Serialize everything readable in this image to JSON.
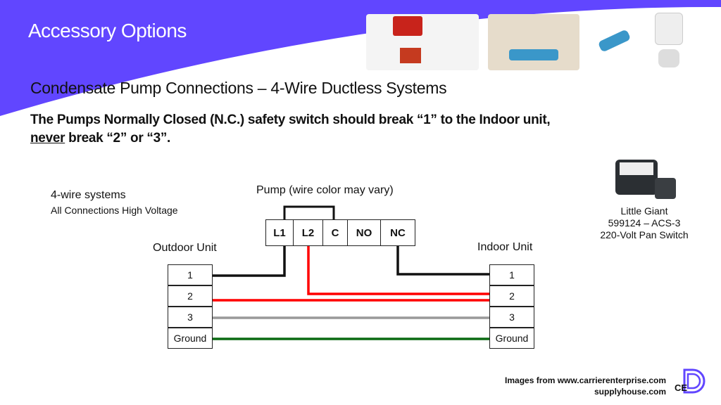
{
  "header": {
    "title": "Accessory Options",
    "accent": "#6146ff"
  },
  "subtitle": "Condensate Pump Connections – 4-Wire Ductless Systems",
  "description": {
    "line1": "The Pumps Normally Closed (N.C.) safety switch should break “1” to the Indoor unit,",
    "underlined": "never",
    "line2_rest": " break “2” or “3”."
  },
  "notes": {
    "system": "4-wire systems",
    "voltage": "All Connections High Voltage"
  },
  "pump": {
    "label": "Pump (wire color may vary)",
    "terminals": [
      "L1",
      "L2",
      "C",
      "NO",
      "NC"
    ]
  },
  "outdoor": {
    "label": "Outdoor Unit",
    "terminals": [
      "1",
      "2",
      "3",
      "Ground"
    ]
  },
  "indoor": {
    "label": "Indoor Unit",
    "terminals": [
      "1",
      "2",
      "3",
      "Ground"
    ]
  },
  "product": {
    "brand": "Little Giant",
    "model": "599124 – ACS-3",
    "name": "220-Volt Pan Switch"
  },
  "credits": {
    "line1": "Images from www.carrierenterprise.com",
    "line2": "supplyhouse.com"
  },
  "logo": "CE"
}
